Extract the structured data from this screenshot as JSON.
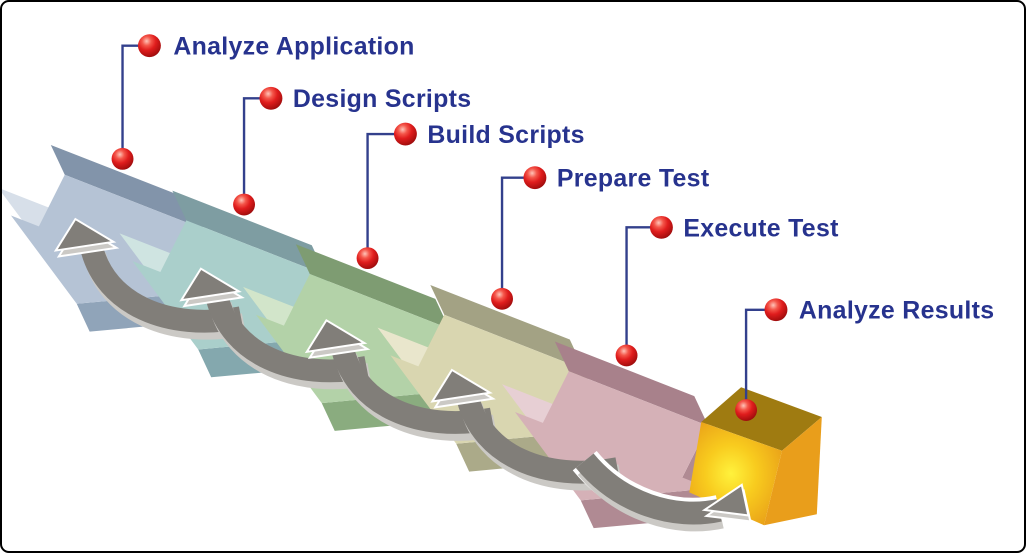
{
  "diagram": {
    "type": "process-cascade-flow",
    "background": "#ffffff",
    "border_color": "#000000",
    "label_color": "#27338e",
    "connector_color": "#33408c",
    "marker_color": "#e01d1d",
    "loop_arrow": {
      "color": "#817e79",
      "rim_color": "#cbc9c5"
    },
    "steps": [
      {
        "label": "Analyze Application",
        "colors": {
          "top": "#8294aa",
          "face": "#b5c3d5",
          "wing": "#d7dfe9",
          "side": "#90a4b9"
        }
      },
      {
        "label": "Design Scripts",
        "colors": {
          "top": "#7e9da2",
          "face": "#aacfcb",
          "wing": "#cfe4e1",
          "side": "#84a8ae"
        }
      },
      {
        "label": "Build Scripts",
        "colors": {
          "top": "#7e9c72",
          "face": "#b3d2a8",
          "wing": "#d2e5ca",
          "side": "#8aac7f"
        }
      },
      {
        "label": "Prepare Test",
        "colors": {
          "top": "#a3a284",
          "face": "#d9d6b0",
          "wing": "#e9e6cc",
          "side": "#abaa89"
        }
      },
      {
        "label": "Execute Test",
        "colors": {
          "top": "#a8818b",
          "face": "#d5b1b7",
          "wing": "#e7cfd4",
          "side": "#b08a93"
        }
      },
      {
        "label": "Analyze Results",
        "colors": {
          "top": "#9f7b11",
          "right": "#e99e1b",
          "front": "#e9a018",
          "glow": "#fff23c"
        }
      }
    ]
  }
}
